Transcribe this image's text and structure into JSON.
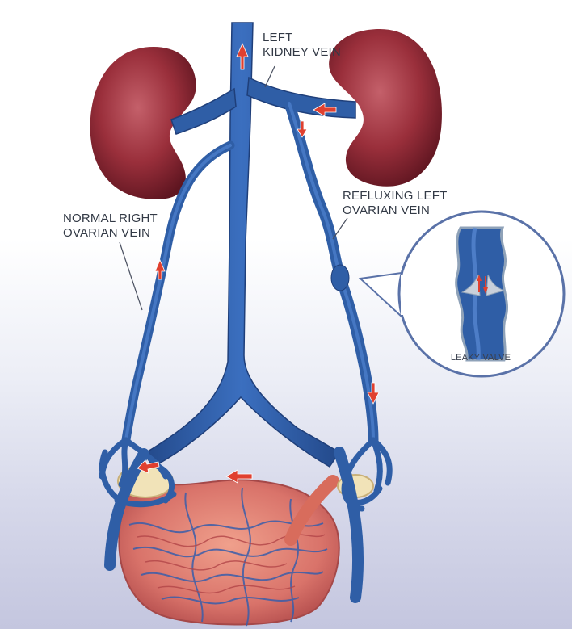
{
  "labels": {
    "left_kidney_vein": {
      "line1": "LEFT",
      "line2": "KIDNEY VEIN"
    },
    "normal_right_ovarian_vein": {
      "line1": "NORMAL RIGHT",
      "line2": "OVARIAN VEIN"
    },
    "refluxing_left_ovarian_vein": {
      "line1": "REFLUXING LEFT",
      "line2": "OVARIAN VEIN"
    },
    "leaky_valve": "LEAKY VALVE"
  },
  "colors": {
    "vein": "#2f5ea6",
    "vein_dark": "#1f3f7a",
    "kidney": "#8e2a34",
    "flow_arrow": "#e0402f",
    "uterus": "#c85c58",
    "ovary": "#f1e3b8",
    "callout_border": "#5a72a8"
  }
}
